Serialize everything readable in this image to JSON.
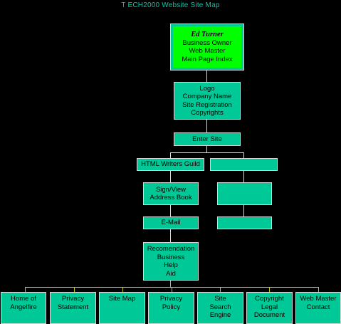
{
  "title": "T ECH2000 Website Site Map",
  "colors": {
    "background": "#000000",
    "node_fill": "#00c896",
    "root_fill": "#00ff00",
    "connector": "#d8d8d8",
    "bottom_connector": "#c8c000",
    "title_text": "#00c8a8"
  },
  "root": {
    "name": "Ed Turner",
    "lines": [
      "Business Owner",
      "Web Master",
      "Main Page Index"
    ]
  },
  "logo_box": {
    "lines": [
      "Logo",
      "Company Name",
      "Site Registration",
      "Copyrights"
    ]
  },
  "enter_site": {
    "label": "Enter Site"
  },
  "html_writers": {
    "label": "HTML Writers Guild"
  },
  "sign_view": {
    "lines": [
      "Sign/View",
      "Address Book"
    ]
  },
  "email": {
    "label": "E-Mail"
  },
  "recommend": {
    "lines": [
      "Recomendation",
      "Business",
      "Help",
      "Aid"
    ]
  },
  "bottom_items": [
    {
      "lines": [
        "Home of",
        "Angelfire"
      ]
    },
    {
      "lines": [
        "Privacy",
        "Statement"
      ]
    },
    {
      "lines": [
        "Site Map"
      ]
    },
    {
      "lines": [
        "Privacy",
        "Policy"
      ]
    },
    {
      "lines": [
        "Site",
        "Search",
        "Engine"
      ]
    },
    {
      "lines": [
        "Copyright",
        "Legal",
        "Document"
      ]
    },
    {
      "lines": [
        "Web Master",
        "Contact"
      ]
    }
  ]
}
